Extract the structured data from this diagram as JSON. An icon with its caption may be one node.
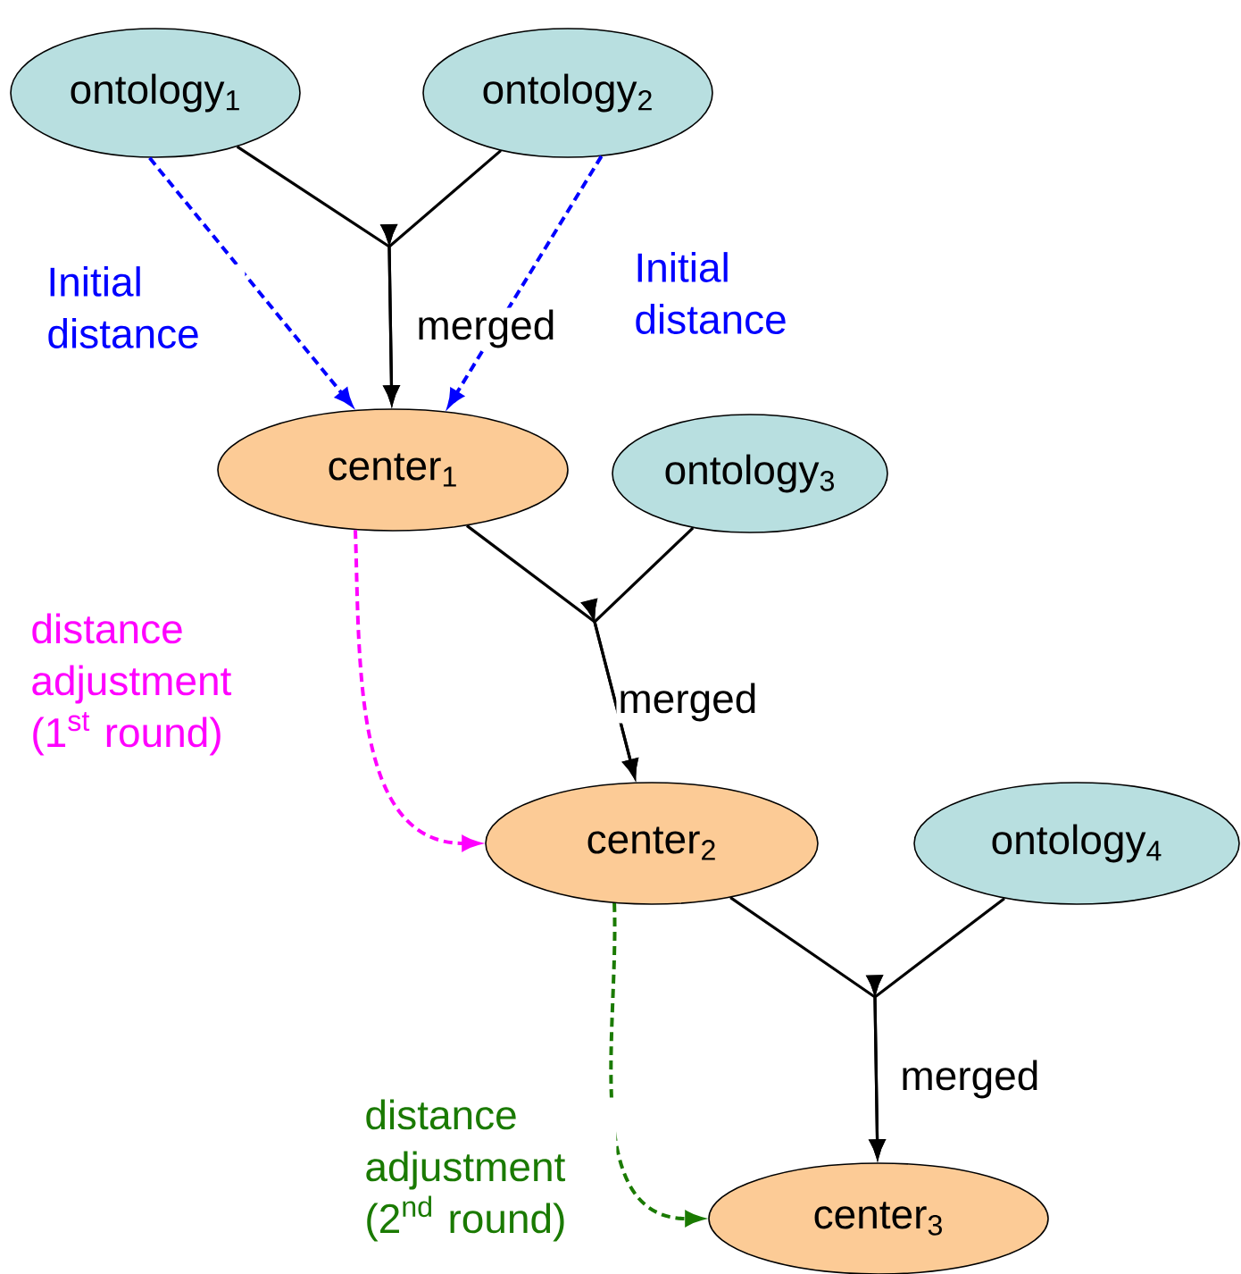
{
  "diagram": {
    "nodes": [
      {
        "text": [
          "ontology$_{1}$"
        ]
      },
      {
        "text": [
          "ontology$_{2}$"
        ]
      },
      {
        "text": [
          "center$_{1}$"
        ]
      },
      {
        "text": [
          "ontology$_{3}$"
        ]
      },
      {
        "text": [
          "center$_{2}$"
        ]
      },
      {
        "text": [
          "ontology$_{4}$"
        ]
      },
      {
        "text": [
          "center$_{3}$"
        ]
      }
    ],
    "edges": [
      {
        "from": 0,
        "to": 2,
        "arrow": "to",
        "label": "merged"
      },
      {
        "from": 1,
        "to": 2,
        "arrow": "to"
      },
      {
        "from": 0,
        "to": 2,
        "arrow": "to",
        "style": "dashed",
        "color": "#0000ff",
        "label": "Initial distance"
      },
      {
        "from": 1,
        "to": 2,
        "arrow": "to",
        "style": "dashed",
        "color": "#0000ff",
        "label": "Initial distance"
      },
      {
        "from": 2,
        "to": 4,
        "arrow": "to",
        "label": "merged"
      },
      {
        "from": 3,
        "to": 4,
        "arrow": "to"
      },
      {
        "from": 4,
        "to": 6,
        "arrow": "to",
        "label": "merged"
      },
      {
        "from": 5,
        "to": 6,
        "arrow": "to"
      },
      {
        "from": 2,
        "to": 4,
        "arrow": "to",
        "style": "dashed",
        "color": "#ff00ff",
        "label": "distance adjustment (1$^{st}$ round)"
      },
      {
        "from": 4,
        "to": 6,
        "arrow": "to",
        "style": "dashed",
        "color": "#1a7a00",
        "label": "distance adjustment (2$^{nd}$ round)"
      }
    ]
  }
}
